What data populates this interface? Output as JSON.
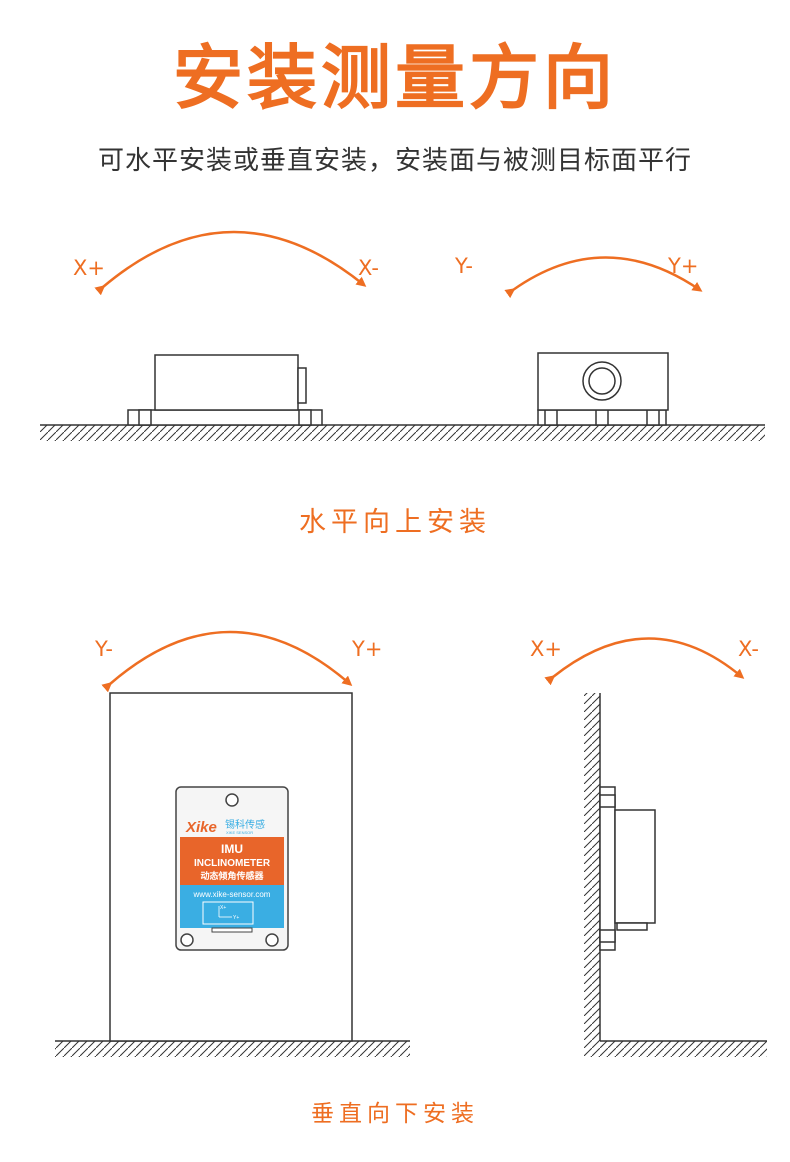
{
  "title": "安装测量方向",
  "subtitle": "可水平安装或垂直安装，安装面与被测目标面平行",
  "colors": {
    "accent": "#ee6e22",
    "line": "#333333",
    "label_blue": "#3aaee3",
    "label_orange": "#e8652a"
  },
  "horizontal": {
    "label": "水平向上安装",
    "left_axes": {
      "left": "X+",
      "right": "X-"
    },
    "right_axes": {
      "left": "Y-",
      "right": "Y+"
    }
  },
  "vertical": {
    "label": "垂直向下安装",
    "left_axes": {
      "left": "Y-",
      "right": "Y+"
    },
    "right_axes": {
      "left": "X+",
      "right": "X-"
    }
  },
  "device_label": {
    "brand": "Xike",
    "brand_cn": "锡科传感",
    "brand_en": "XIKE SENSOR",
    "model": "IMU",
    "type": "INCLINOMETER",
    "type_cn": "动态倾角传感器",
    "website": "www.xike-sensor.com",
    "axis_x": "X+",
    "axis_y": "Y+"
  }
}
